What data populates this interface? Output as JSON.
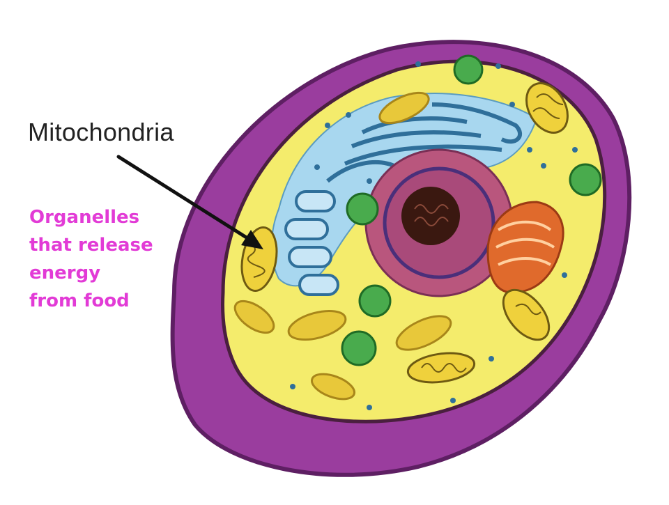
{
  "diagram": {
    "title": "Mitochondria",
    "caption_lines": [
      "Organelles",
      "that release",
      "energy",
      "from food"
    ],
    "colors": {
      "title_text": "#222222",
      "caption_text": "#e23bd6",
      "cell_wall": "#9a3d9e",
      "cytoplasm": "#f4ec6c",
      "nucleus": "#b9567d",
      "nucleolus": "#3a1810",
      "er": "#a8d7ef",
      "golgi": "#e06a2c",
      "plastid": "#49ab4d",
      "vacuole": "#e8c83a",
      "mitochondrion": "#efd13c",
      "arrow": "#111111"
    }
  }
}
